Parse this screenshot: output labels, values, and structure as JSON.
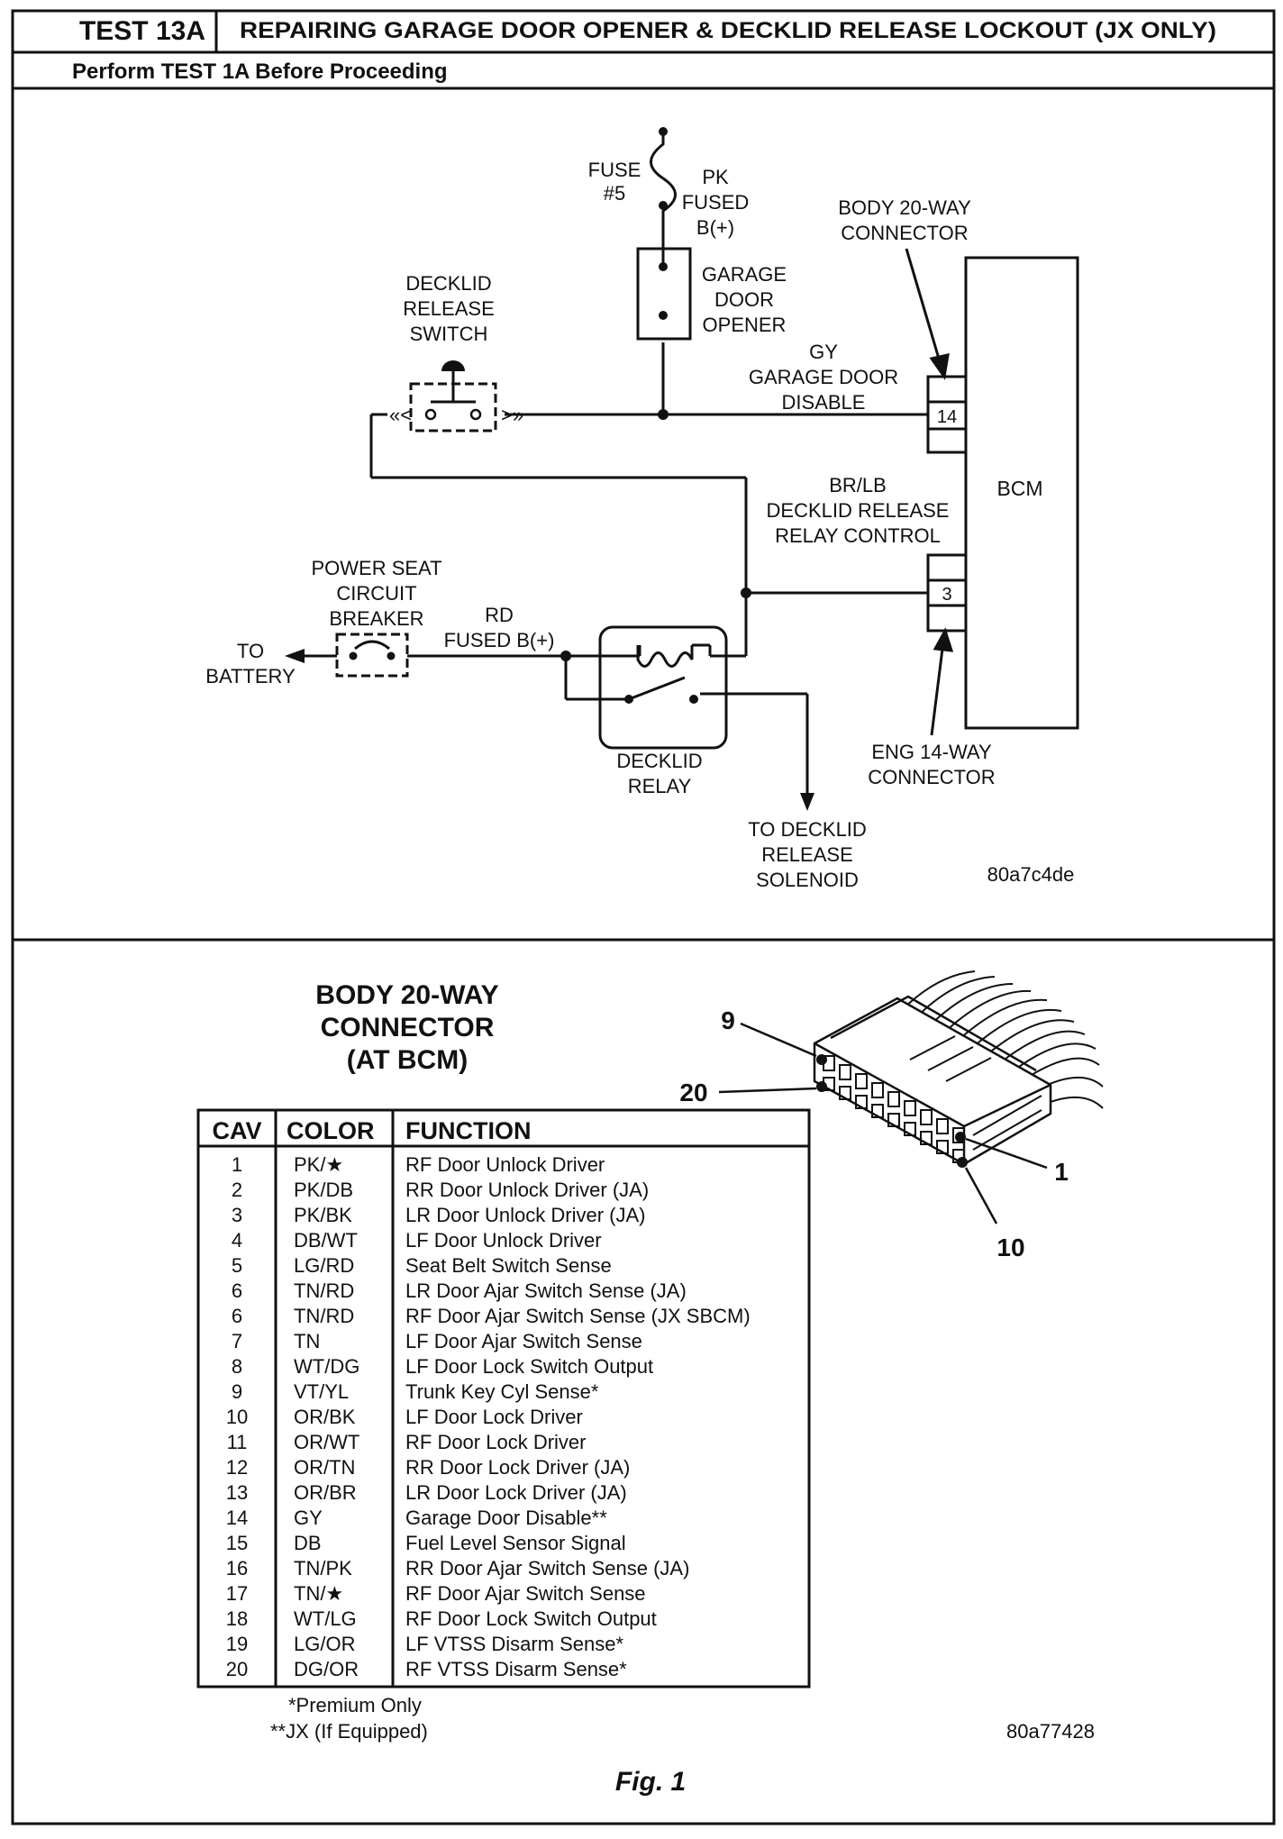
{
  "header": {
    "test_id": "TEST 13A",
    "title": "REPAIRING GARAGE DOOR OPENER & DECKLID RELEASE LOCKOUT (JX ONLY)",
    "subtitle": "Perform TEST 1A Before Proceeding"
  },
  "schematic": {
    "fuse": [
      "FUSE",
      "#5"
    ],
    "pk_fused": [
      "PK",
      "FUSED",
      "B(+)"
    ],
    "garage_door_opener": [
      "GARAGE",
      "DOOR",
      "OPENER"
    ],
    "body_connector": [
      "BODY 20-WAY",
      "CONNECTOR"
    ],
    "decklid_switch": [
      "DECKLID",
      "RELEASE",
      "SWITCH"
    ],
    "gy_wire": [
      "GY",
      "GARAGE DOOR",
      "DISABLE"
    ],
    "pin_14": "14",
    "bcm": "BCM",
    "brlb_wire": [
      "BR/LB",
      "DECKLID RELEASE",
      "RELAY CONTROL"
    ],
    "pin_3": "3",
    "power_seat_breaker": [
      "POWER SEAT",
      "CIRCUIT",
      "BREAKER"
    ],
    "rd_fused": [
      "RD",
      "FUSED B(+)"
    ],
    "to_battery": [
      "TO",
      "BATTERY"
    ],
    "decklid_relay": [
      "DECKLID",
      "RELAY"
    ],
    "eng_connector": [
      "ENG 14-WAY",
      "CONNECTOR"
    ],
    "to_solenoid": [
      "TO DECKLID",
      "RELEASE",
      "SOLENOID"
    ],
    "figure_code": "80a7c4de"
  },
  "connector": {
    "title": [
      "BODY 20-WAY",
      "CONNECTOR",
      "(AT BCM)"
    ],
    "pin_callouts": [
      "9",
      "20",
      "1",
      "10"
    ],
    "figure_code": "80a77428"
  },
  "table": {
    "headers": [
      "CAV",
      "COLOR",
      "FUNCTION"
    ],
    "rows": [
      [
        "1",
        "PK/★",
        "RF Door Unlock Driver"
      ],
      [
        "2",
        "PK/DB",
        "RR Door Unlock Driver (JA)"
      ],
      [
        "3",
        "PK/BK",
        "LR Door Unlock Driver (JA)"
      ],
      [
        "4",
        "DB/WT",
        "LF Door Unlock Driver"
      ],
      [
        "5",
        "LG/RD",
        "Seat Belt Switch Sense"
      ],
      [
        "6",
        "TN/RD",
        "LR Door Ajar Switch Sense (JA)"
      ],
      [
        "6",
        "TN/RD",
        "RF Door Ajar Switch Sense (JX SBCM)"
      ],
      [
        "7",
        "TN",
        "LF Door Ajar Switch Sense"
      ],
      [
        "8",
        "WT/DG",
        "LF Door Lock Switch Output"
      ],
      [
        "9",
        "VT/YL",
        "Trunk Key Cyl Sense*"
      ],
      [
        "10",
        "OR/BK",
        "LF Door Lock Driver"
      ],
      [
        "11",
        "OR/WT",
        "RF Door Lock Driver"
      ],
      [
        "12",
        "OR/TN",
        "RR Door Lock Driver (JA)"
      ],
      [
        "13",
        "OR/BR",
        "LR Door Lock Driver (JA)"
      ],
      [
        "14",
        "GY",
        "Garage Door Disable**"
      ],
      [
        "15",
        "DB",
        "Fuel Level Sensor Signal"
      ],
      [
        "16",
        "TN/PK",
        "RR Door Ajar Switch Sense (JA)"
      ],
      [
        "17",
        "TN/★",
        "RF Door Ajar Switch Sense"
      ],
      [
        "18",
        "WT/LG",
        "RF Door Lock Switch Output"
      ],
      [
        "19",
        "LG/OR",
        "LF VTSS Disarm Sense*"
      ],
      [
        "20",
        "DG/OR",
        "RF VTSS Disarm Sense*"
      ]
    ]
  },
  "footnotes": [
    "*Premium Only",
    "**JX (If Equipped)"
  ],
  "figure_caption": "Fig. 1"
}
